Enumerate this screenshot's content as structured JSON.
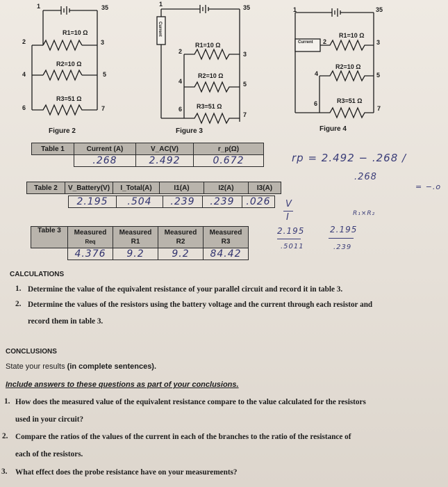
{
  "figures": {
    "fig2": {
      "caption": "Figure 2",
      "battery_voltage": "35",
      "nodes": [
        "1",
        "2",
        "3",
        "4",
        "5",
        "6",
        "7"
      ],
      "resistors": [
        "R1=10 Ω",
        "R2=10 Ω",
        "R3=51 Ω"
      ]
    },
    "fig3": {
      "caption": "Figure 3",
      "battery_voltage": "35",
      "nodes": [
        "1",
        "2",
        "3",
        "4",
        "5",
        "6",
        "7"
      ],
      "meter_label": "Current",
      "resistors": [
        "R1=10 Ω",
        "R2=10 Ω",
        "R3=51 Ω"
      ]
    },
    "fig4": {
      "caption": "Figure 4",
      "battery_voltage": "35",
      "nodes": [
        "1",
        "2",
        "3",
        "4",
        "5",
        "6",
        "7"
      ],
      "meter_label": "Current",
      "resistors": [
        "R1=10 Ω",
        "R2=10 Ω",
        "R3=51 Ω"
      ]
    }
  },
  "table1": {
    "label": "Table 1",
    "headers": [
      "Current (A)",
      "V_AC(V)",
      "r_p(Ω)"
    ],
    "values": [
      ".268",
      "2.492",
      "0.672"
    ]
  },
  "table2": {
    "label": "Table 2",
    "headers": [
      "V_Battery(V)",
      "I_Total(A)",
      "I1(A)",
      "I2(A)",
      "I3(A)"
    ],
    "values": [
      "2.195",
      ".504",
      ".239",
      ".239",
      ".026"
    ]
  },
  "table3": {
    "label": "Table 3",
    "headers": [
      [
        "Measured",
        "Req"
      ],
      [
        "Measured",
        "R1"
      ],
      [
        "Measured",
        "R2"
      ],
      [
        "Measured",
        "R3"
      ]
    ],
    "values": [
      "4.376",
      "9.2",
      "9.2",
      "84.42"
    ]
  },
  "notes": {
    "rp_line": "rp = 2.492 − .268 /",
    "rp_den": ".268",
    "rp_tail": "= −.o",
    "v_over_i_num": "V",
    "v_over_i_den": "I",
    "ohm_note": "R₁×R₂",
    "calc1_num": "2.195",
    "calc1_den": ".5011",
    "calc2_num": "2.195",
    "calc2_den": ".239"
  },
  "calculations": {
    "title": "CALCULATIONS",
    "items": [
      {
        "num": "1.",
        "text": "Determine the value of the equivalent resistance of your parallel circuit and record it in table 3."
      },
      {
        "num": "2.",
        "text": "Determine the values of the resistors using the battery voltage and the current through each resistor and",
        "text2": "record them in table 3."
      }
    ]
  },
  "conclusions": {
    "title": "CONCLUSIONS",
    "intro_prefix": "State your results ",
    "intro_bold": "(in complete sentences).",
    "instruction": "Include answers to these questions as part of your conclusions.",
    "items": [
      {
        "num": "1.",
        "text": "How does the measured value of the equivalent resistance compare to the value calculated for the resistors",
        "text2": "used in your circuit?"
      },
      {
        "num": "2.",
        "text": "Compare the ratios of the values of the current in each of the branches to the ratio of the resistance of",
        "text2": "each of the resistors."
      },
      {
        "num": "3.",
        "text": "What effect does the probe resistance have on your measurements?"
      }
    ]
  }
}
